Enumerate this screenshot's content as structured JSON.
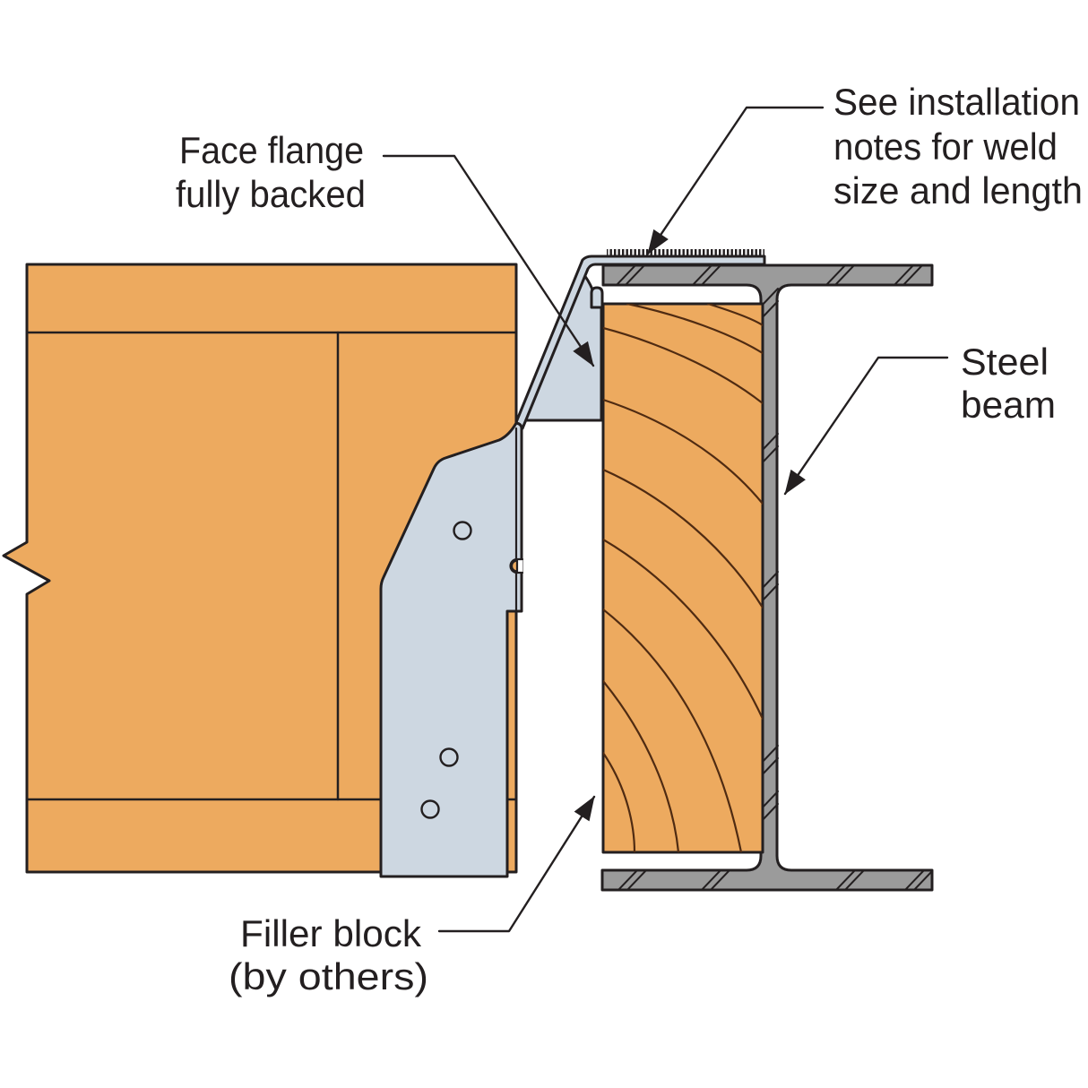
{
  "diagram": {
    "labels": {
      "face_flange": {
        "line1": "Face flange",
        "line2": "fully backed"
      },
      "weld_note": {
        "line1": "See installation",
        "line2": "notes for weld",
        "line3": "size and length"
      },
      "steel_beam": {
        "line1": "Steel",
        "line2": "beam"
      },
      "filler_block": {
        "line1": "Filler block",
        "line2": "(by others)"
      }
    },
    "colors": {
      "background": "#ffffff",
      "wood": "#edaa5f",
      "wood_grain": "#4f2b12",
      "hanger": "#cdd7e1",
      "steel": "#9b9b9b",
      "outline": "#231f20",
      "weld_bead": "#231f20",
      "label_text": "#231f20"
    }
  }
}
